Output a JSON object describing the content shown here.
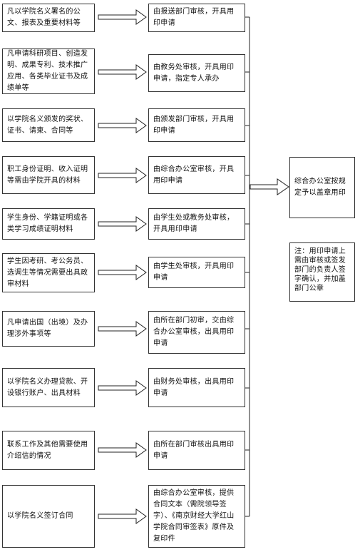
{
  "rows": [
    {
      "left": "凡以学院名义署名的公文、报表及重要材料等",
      "right": "由报送部门审核，开具用印申请"
    },
    {
      "left": "凡申请科研项目、创造发明、成果专利、技术推广应用、各类毕业证书及成绩单等",
      "right": "由教务处审核，开具用印申请，指定专人承办"
    },
    {
      "left": "以学院名义颁发的奖状、证书、请柬、合同等",
      "right": "由颁发部门审核，开具用印申请"
    },
    {
      "left": "职工身份证明、收入证明等需由学院开具的材料",
      "right": "由综合办公室审核，开具用印申请"
    },
    {
      "left": "学生身份、学籍证明或各类学习成绩证明材料",
      "right": "由学生处或教务处审核，开具用印申请"
    },
    {
      "left": "学生因考研、考公务员、选调生等情况需要出具政审材料",
      "right": "由学生处审核，开具用印申请"
    },
    {
      "left": "凡申请出国（出境）及办理涉外事项等",
      "right": "由所在部门初审，交由综合办公室审核，出具用印申请"
    },
    {
      "left": "以学院名义办理贷款、开设银行账户、出具材料",
      "right": "由财务处审核，出具用印申请"
    },
    {
      "left": "联系工作及其他需要使用介绍信的情况",
      "right": "由所在部门审核出具用印申请"
    },
    {
      "left": "以学院名义签订合同",
      "right": "由综合办公室审核，提供合同文本（需院领导签字）、《南京财经大学红山学院合同审签表》原件及复印件"
    }
  ],
  "final": "综合办公室按规定予以盖章用印",
  "note": "注：用印申请上需由审核或签发部门的负责人签字确认，并加盖部门公章"
}
